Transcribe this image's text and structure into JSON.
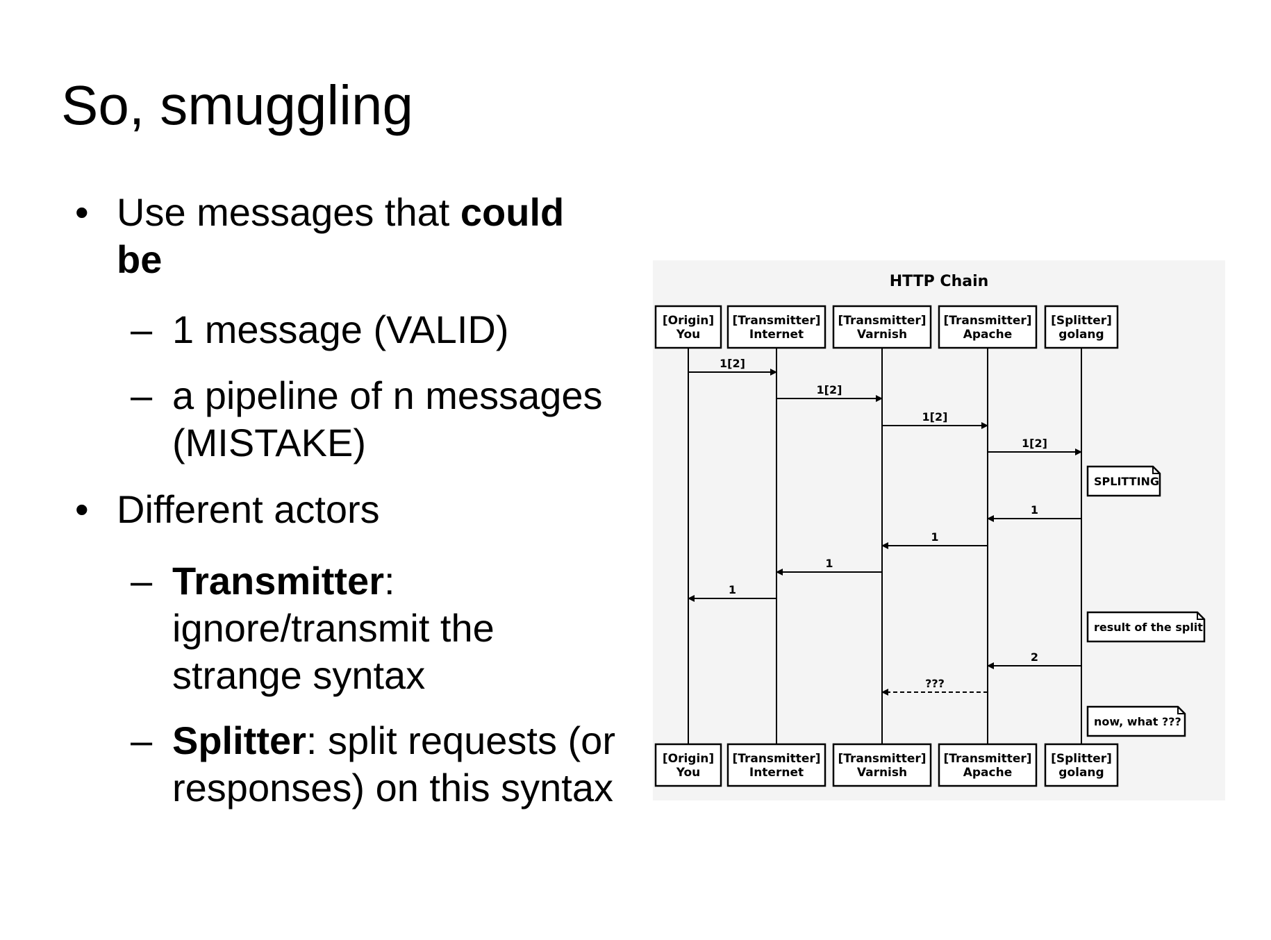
{
  "slide": {
    "title": "So, smuggling",
    "bullets": {
      "b1_text": "Use messages that ",
      "b1_bold": "could be",
      "b1_sub1": "1 message (VALID)",
      "b1_sub2": "a pipeline of n messages (MISTAKE)",
      "b2_text": "Different actors",
      "b2_sub1_bold": "Transmitter",
      "b2_sub1_text": ": ignore/transmit the strange syntax",
      "b2_sub2_bold": "Splitter",
      "b2_sub2_text": ": split requests (or responses) on this syntax"
    },
    "bullet_symbol": "•",
    "dash_symbol": "–"
  },
  "diagram": {
    "title": "HTTP Chain",
    "actors": [
      {
        "role": "[Origin]",
        "name": "You"
      },
      {
        "role": "[Transmitter]",
        "name": "Internet"
      },
      {
        "role": "[Transmitter]",
        "name": "Varnish"
      },
      {
        "role": "[Transmitter]",
        "name": "Apache"
      },
      {
        "role": "[Splitter]",
        "name": "golang"
      }
    ],
    "messages": [
      {
        "from": 0,
        "to": 1,
        "label": "1[2]",
        "dashed": false
      },
      {
        "from": 1,
        "to": 2,
        "label": "1[2]",
        "dashed": false
      },
      {
        "from": 2,
        "to": 3,
        "label": "1[2]",
        "dashed": false
      },
      {
        "from": 3,
        "to": 4,
        "label": "1[2]",
        "dashed": false
      },
      {
        "from": 4,
        "to": 3,
        "label": "1",
        "dashed": false
      },
      {
        "from": 3,
        "to": 2,
        "label": "1",
        "dashed": false
      },
      {
        "from": 2,
        "to": 1,
        "label": "1",
        "dashed": false
      },
      {
        "from": 1,
        "to": 0,
        "label": "1",
        "dashed": false
      },
      {
        "from": 4,
        "to": 3,
        "label": "2",
        "dashed": false
      },
      {
        "from": 3,
        "to": 2,
        "label": "???",
        "dashed": true
      }
    ],
    "notes": [
      {
        "text": "SPLITTING"
      },
      {
        "text": "result of the split"
      },
      {
        "text": "now, what ???"
      }
    ]
  }
}
